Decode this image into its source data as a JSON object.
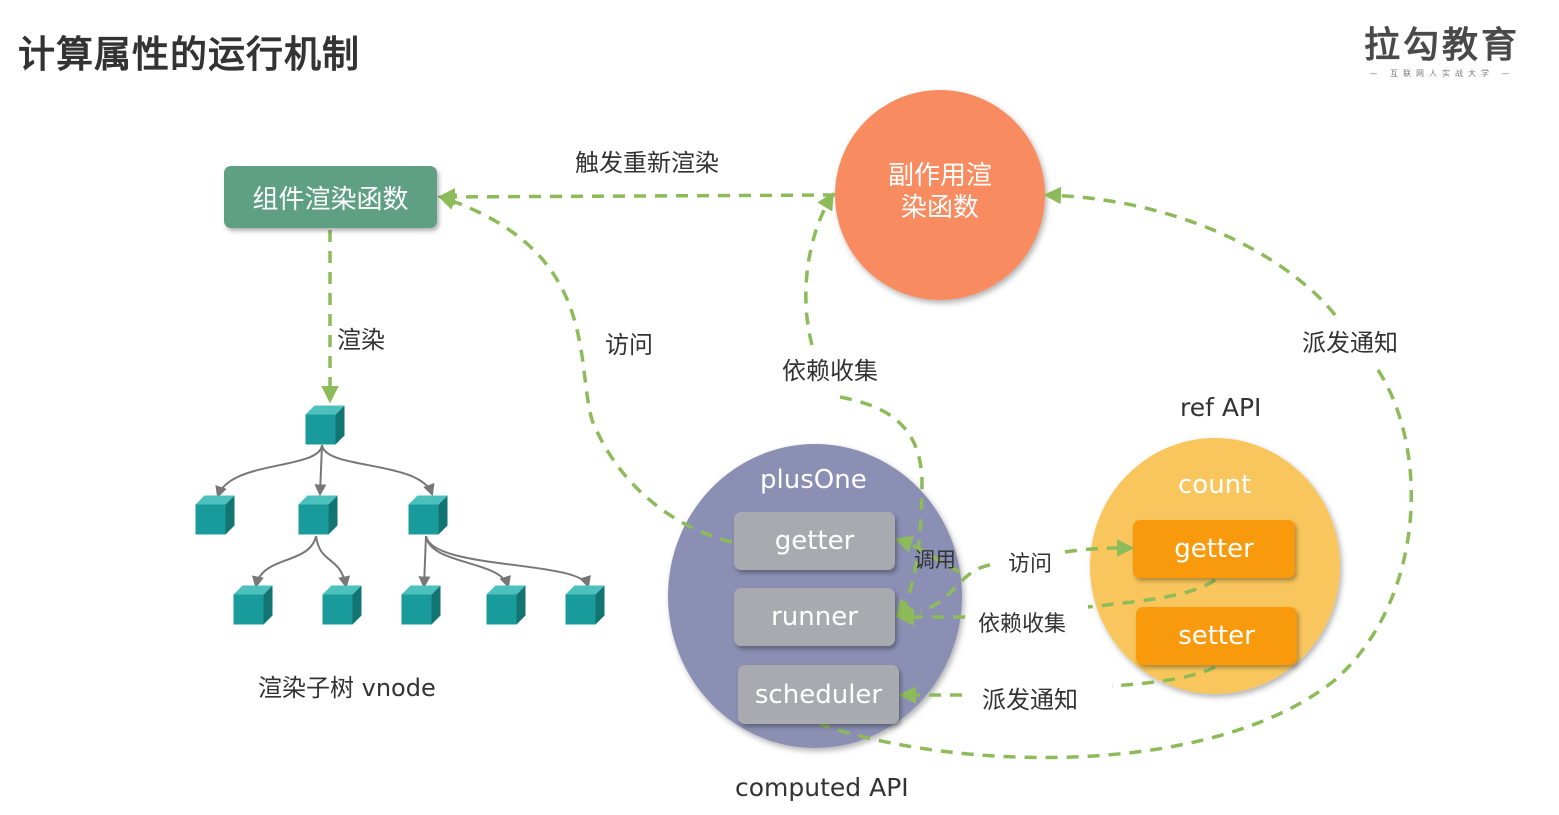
{
  "page_title": "计算属性的运行机制",
  "logo": {
    "name": "拉勾教育",
    "tagline": "— 互联网人实战大学 —"
  },
  "nodes": {
    "component_render": "组件渲染函数",
    "side_effect_render_line1": "副作用渲",
    "side_effect_render_line2": "染函数",
    "computed": {
      "name": "plusOne",
      "getter": "getter",
      "runner": "runner",
      "scheduler": "scheduler",
      "caption": "computed API"
    },
    "ref": {
      "name": "count",
      "getter": "getter",
      "setter": "setter",
      "caption": "ref API"
    },
    "vnode_tree_caption": "渲染子树 vnode"
  },
  "edges": {
    "trigger_rerender": "触发重新渲染",
    "render": "渲染",
    "access_computed": "访问",
    "dep_collect_computed": "依赖收集",
    "notify_top": "派发通知",
    "invoke": "调用",
    "access_ref": "访问",
    "dep_collect_ref": "依赖收集",
    "notify_ref": "派发通知"
  },
  "colors": {
    "dashed_arrow": "#8dbb5a",
    "component_box": "#5f9f84",
    "side_effect_circle": "#f98b60",
    "computed_ellipse": "#8a8fb3",
    "computed_box": "#a9aaaf",
    "ref_circle": "#f8c65c",
    "ref_box": "#f99a0c",
    "vnode_cube": "#1a9b9b"
  }
}
